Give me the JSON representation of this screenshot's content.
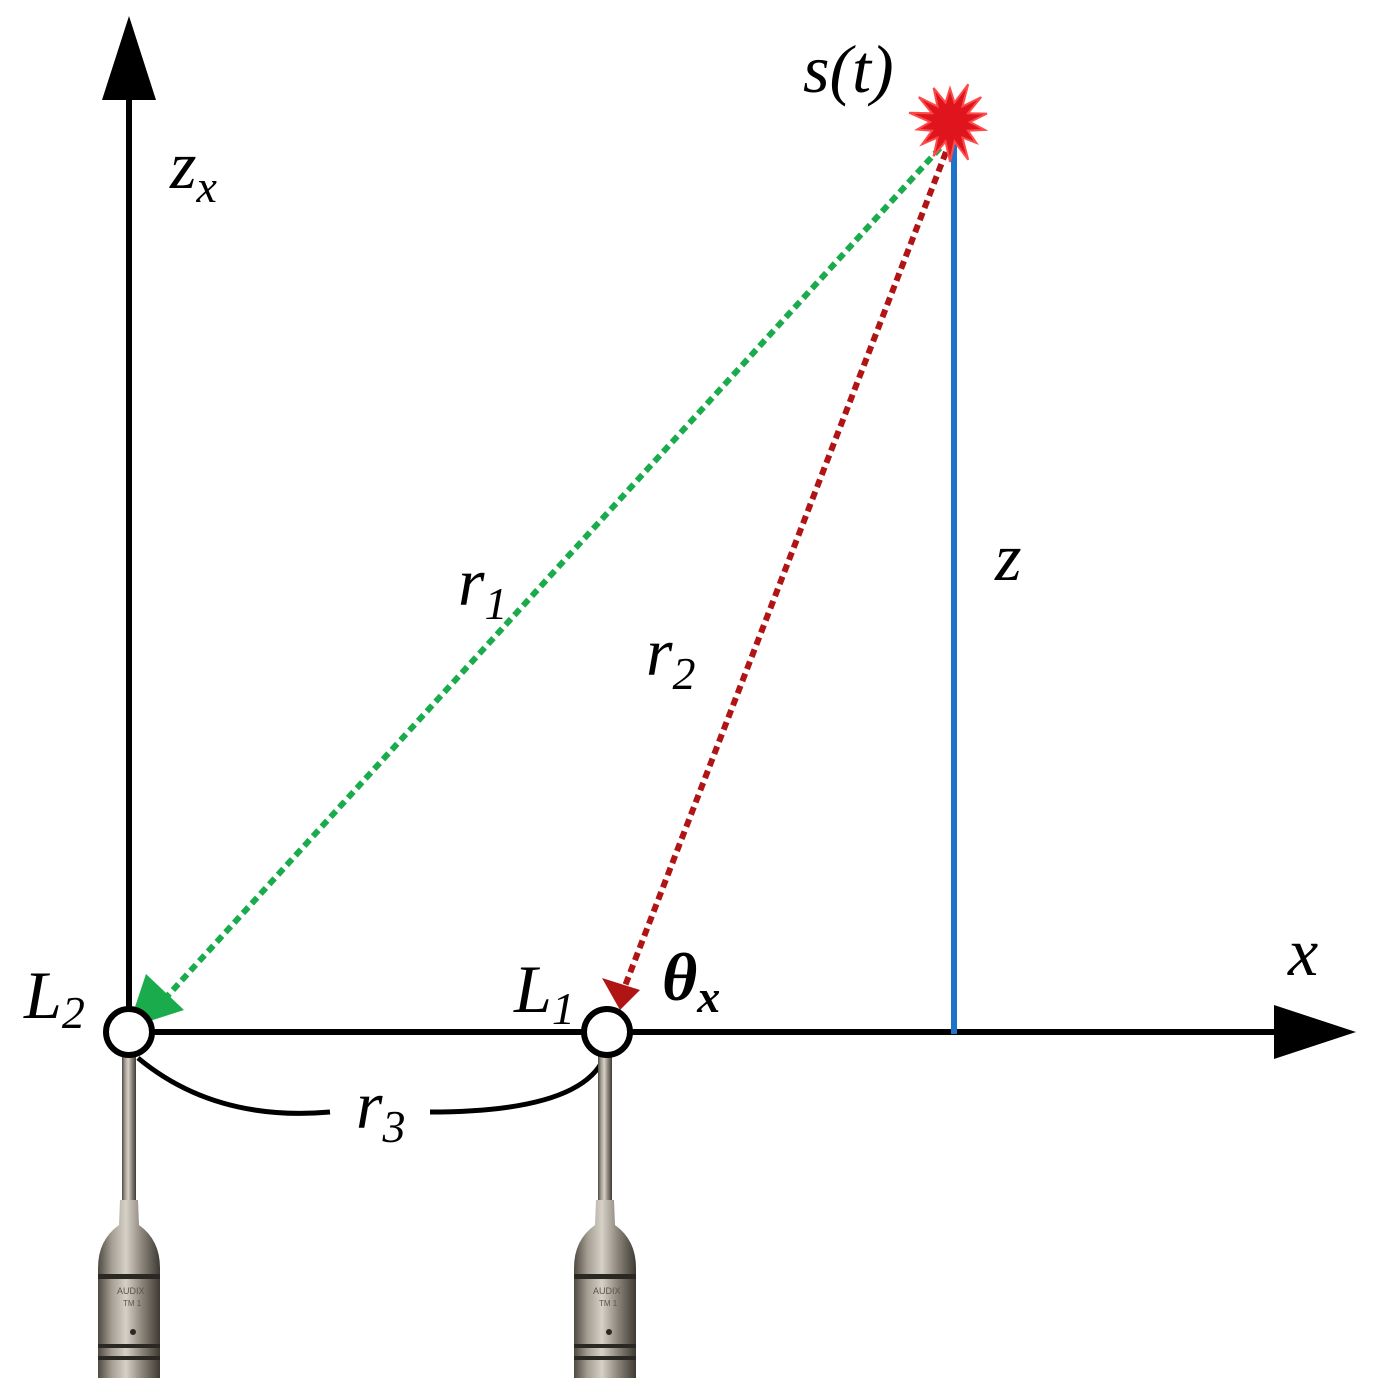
{
  "labels": {
    "vertical_axis": {
      "main": "z",
      "sub": "x"
    },
    "horizontal_axis": "x",
    "source": "s(t)",
    "distance_1": {
      "main": "r",
      "sub": "1"
    },
    "distance_2": {
      "main": "r",
      "sub": "2"
    },
    "distance_3": {
      "main": "r",
      "sub": "3"
    },
    "height": "z",
    "mic_1": {
      "main": "L",
      "sub": "1"
    },
    "mic_2": {
      "main": "L",
      "sub": "2"
    },
    "angle": {
      "main": "θ",
      "sub": "x"
    }
  },
  "colors": {
    "axes": "#000000",
    "r1_path": "#1aab4c",
    "r2_path": "#b01414",
    "height_line": "#1f73c8",
    "source_burst": "#e0141c",
    "microphone_body": "#8d877c"
  },
  "microphone_brand": "AUDIX",
  "microphone_model": "TM 1"
}
